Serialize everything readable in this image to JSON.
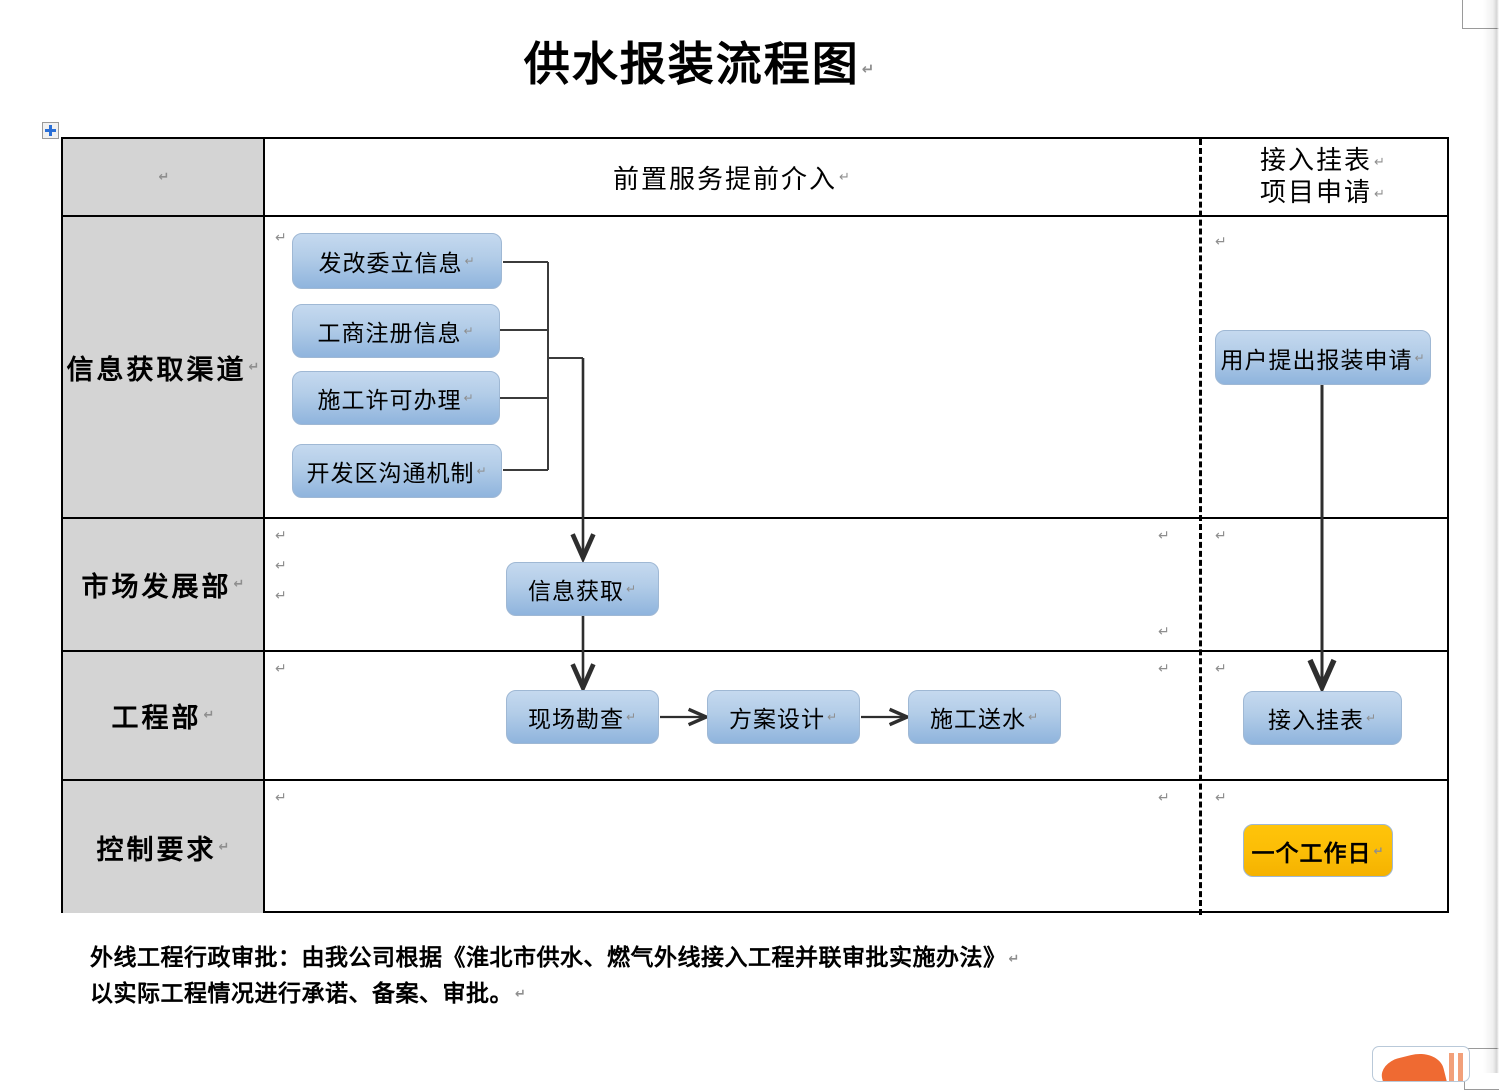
{
  "document": {
    "title": "供水报装流程图",
    "pilcrow": "↵"
  },
  "table": {
    "header": {
      "label_cell": "",
      "center_title": "前置服务提前介入",
      "right_title_line1": "接入挂表",
      "right_title_line2": "项目申请"
    },
    "rows": [
      {
        "label": "信息获取渠道"
      },
      {
        "label": "市场发展部"
      },
      {
        "label": "工程部"
      },
      {
        "label": "控制要求"
      }
    ]
  },
  "nodes": {
    "source_boxes": [
      "发改委立信息",
      "工商注册信息",
      "施工许可办理",
      "开发区沟通机制"
    ],
    "info_acquire": "信息获取",
    "engineering": [
      "现场勘查",
      "方案设计",
      "施工送水"
    ],
    "user_apply": "用户提出报装申请",
    "connect_meter": "接入挂表",
    "control_requirement": "一个工作日"
  },
  "footnote": {
    "line1": "外线工程行政审批：由我公司根据《淮北市供水、燃气外线接入工程并联审批实施办法》",
    "line2": "以实际工程情况进行承诺、备案、审批。"
  },
  "colors": {
    "box_fill_top": "#c5d9ef",
    "box_fill_bottom": "#8fb4dd",
    "box_border": "#9fb8d4",
    "highlight_fill": "#ffc40a",
    "label_cell_bg": "#d4d4d4",
    "connector": "#3b3b3b",
    "table_border": "#000000"
  }
}
